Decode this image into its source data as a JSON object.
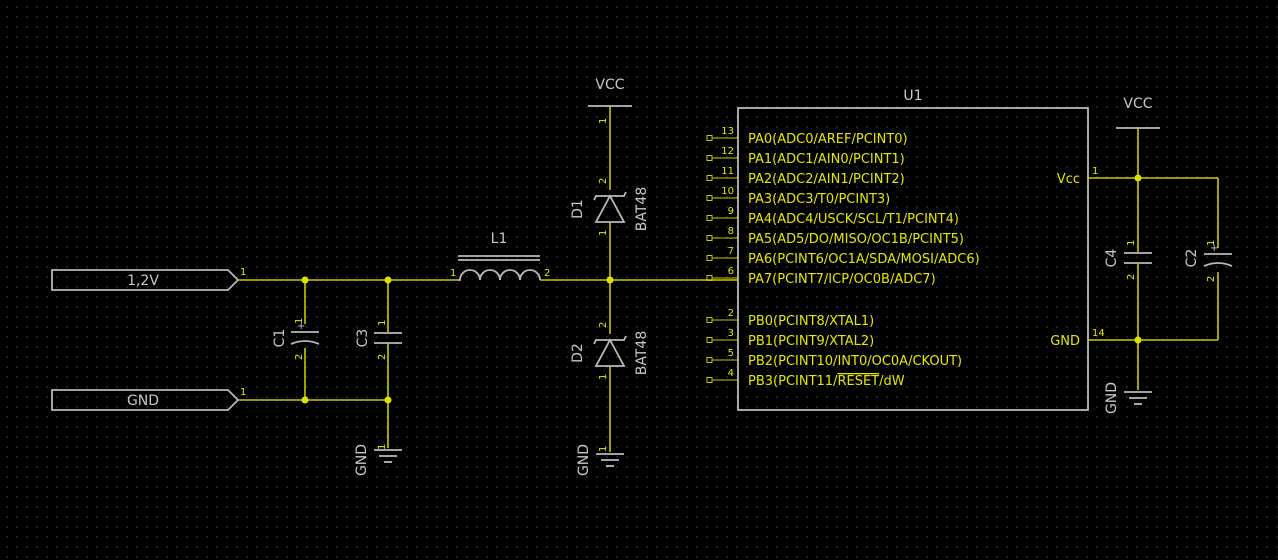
{
  "ports": {
    "input_label": "1,2V",
    "ground_label": "GND",
    "pin": "1"
  },
  "vcc": {
    "label": "VCC"
  },
  "gnd": {
    "label": "GND"
  },
  "components": {
    "L1": {
      "ref": "L1",
      "pin1": "1",
      "pin2": "2"
    },
    "C1": {
      "ref": "C1",
      "pin1": "1",
      "pin2": "2"
    },
    "C3": {
      "ref": "C3",
      "pin1": "1",
      "pin2": "2"
    },
    "C4": {
      "ref": "C4",
      "pin1": "1",
      "pin2": "2"
    },
    "C2": {
      "ref": "C2",
      "pin1": "1",
      "pin2": "2"
    },
    "D1": {
      "ref": "D1",
      "value": "BAT48",
      "pin1": "1",
      "pin2": "2"
    },
    "D2": {
      "ref": "D2",
      "value": "BAT48",
      "pin1": "1",
      "pin2": "2"
    }
  },
  "u1": {
    "ref": "U1",
    "left_pins": [
      {
        "num": "13",
        "label": "PA0(ADC0/AREF/PCINT0)"
      },
      {
        "num": "12",
        "label": "PA1(ADC1/AIN0/PCINT1)"
      },
      {
        "num": "11",
        "label": "PA2(ADC2/AIN1/PCINT2)"
      },
      {
        "num": "10",
        "label": "PA3(ADC3/T0/PCINT3)"
      },
      {
        "num": "9",
        "label": "PA4(ADC4/USCK/SCL/T1/PCINT4)"
      },
      {
        "num": "8",
        "label": "PA5(AD5/DO/MISO/OC1B/PCINT5)"
      },
      {
        "num": "7",
        "label": "PA6(PCINT6/OC1A/SDA/MOSI/ADC6)"
      },
      {
        "num": "6",
        "label": "PA7(PCINT7/ICP/OC0B/ADC7)"
      },
      {
        "num": "2",
        "label": "PB0(PCINT8/XTAL1)"
      },
      {
        "num": "3",
        "label": "PB1(PCINT9/XTAL2)"
      },
      {
        "num": "5",
        "label": "PB2(PCINT10/INT0/OC0A/CKOUT)"
      },
      {
        "num": "4",
        "label_pre": "PB3(PCINT11/",
        "label_over": "RESET",
        "label_post": "/dW"
      }
    ],
    "right_pins": [
      {
        "num": "1",
        "label": "Vcc"
      },
      {
        "num": "14",
        "label": "GND"
      }
    ]
  }
}
